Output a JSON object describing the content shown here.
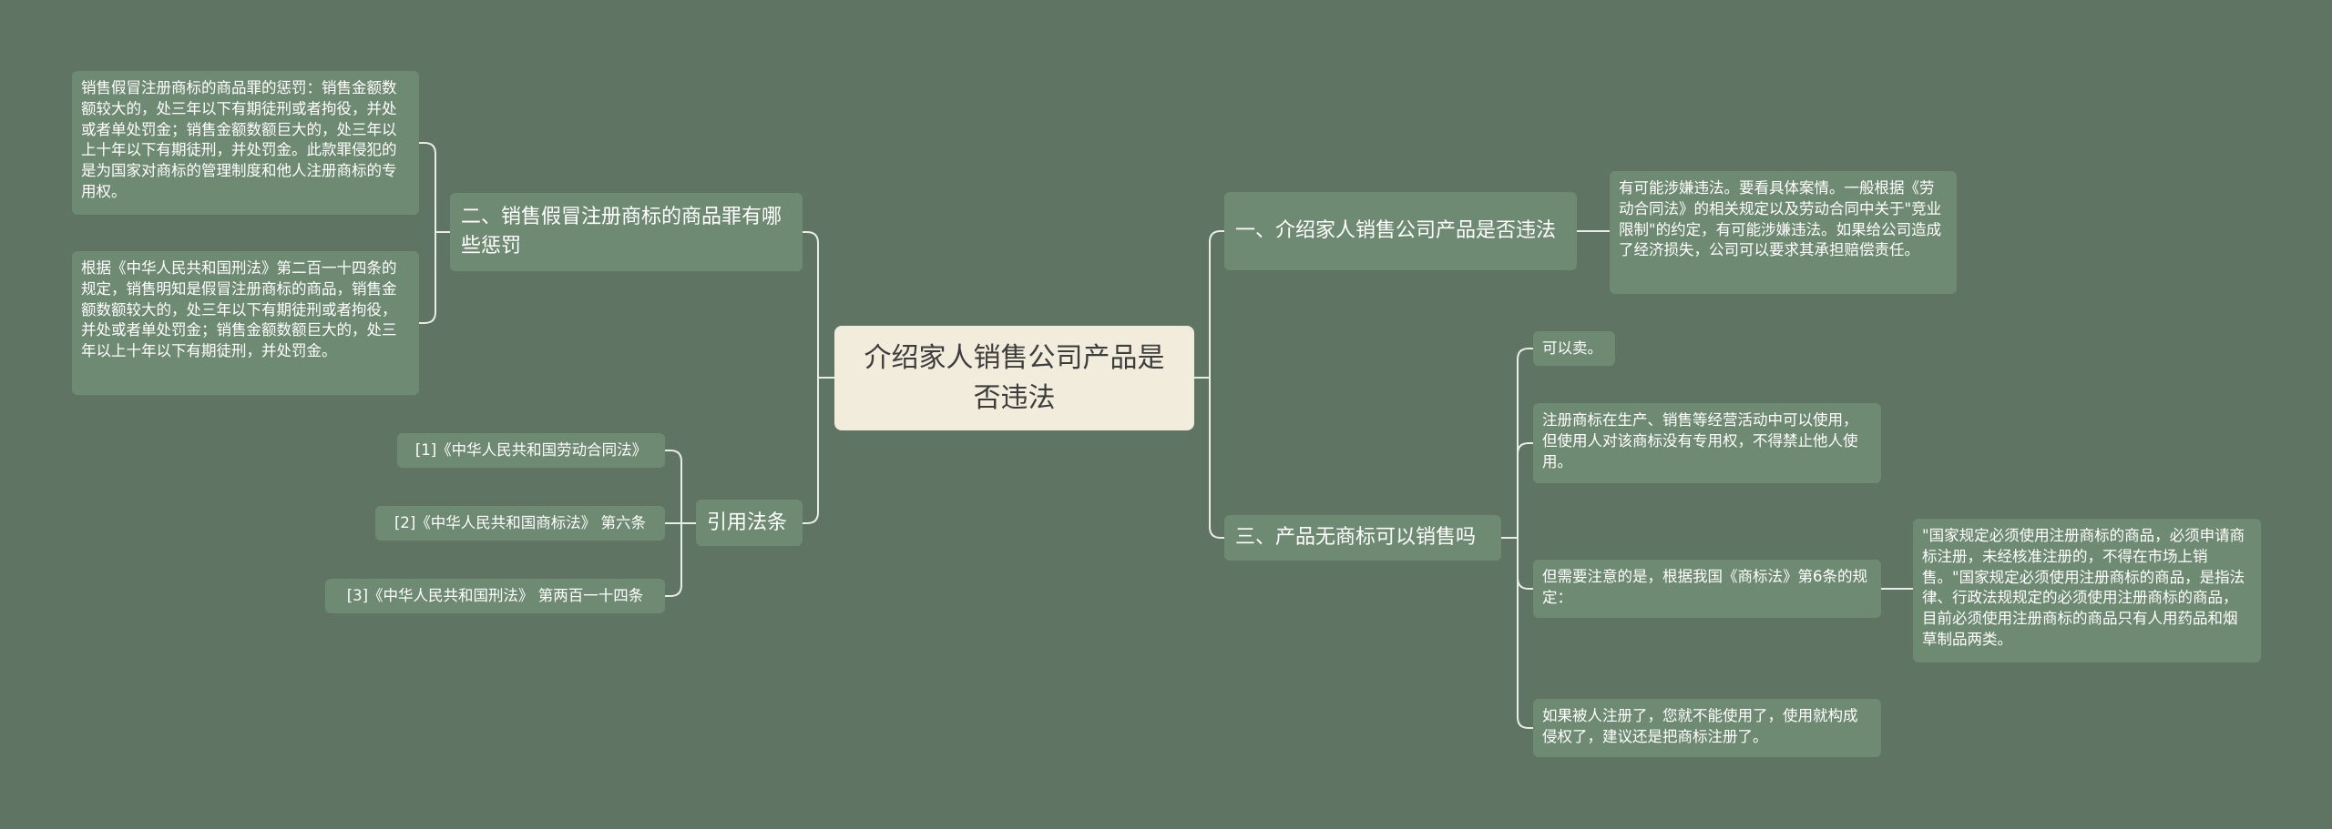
{
  "root": {
    "title": "介绍家人销售公司产品是否违法"
  },
  "branches": {
    "b1": "一、介绍家人销售公司产品是否违法",
    "b2": "二、销售假冒注册商标的商品罪有哪些惩罚",
    "b3": "三、产品无商标可以销售吗",
    "b4": "引用法条"
  },
  "leaves": {
    "b1_1": "有可能涉嫌违法。要看具体案情。一般根据《劳动合同法》的相关规定以及劳动合同中关于\"竞业限制\"的约定，有可能涉嫌违法。如果给公司造成了经济损失，公司可以要求其承担赔偿责任。",
    "b2_1": "销售假冒注册商标的商品罪的惩罚：销售金额数额较大的，处三年以下有期徒刑或者拘役，并处或者单处罚金；销售金额数额巨大的，处三年以上十年以下有期徒刑，并处罚金。此款罪侵犯的是为国家对商标的管理制度和他人注册商标的专用权。",
    "b2_2": "根据《中华人民共和国刑法》第二百一十四条的规定，销售明知是假冒注册商标的商品，销售金额数额较大的，处三年以下有期徒刑或者拘役，并处或者单处罚金；销售金额数额巨大的，处三年以上十年以下有期徒刑，并处罚金。",
    "b3_1": "可以卖。",
    "b3_2": "注册商标在生产、销售等经营活动中可以使用，但使用人对该商标没有专用权，不得禁止他人使用。",
    "b3_3": "但需要注意的是，根据我国《商标法》第6条的规定：",
    "b3_3_1": "\"国家规定必须使用注册商标的商品，必须申请商标注册，未经核准注册的，不得在市场上销售。\"国家规定必须使用注册商标的商品，是指法律、行政法规规定的必须使用注册商标的商品，目前必须使用注册商标的商品只有人用药品和烟草制品两类。",
    "b3_4": "如果被人注册了，您就不能使用了，使用就构成侵权了，建议还是把商标注册了。",
    "b4_1": "[1]《中华人民共和国劳动合同法》",
    "b4_2": "[2]《中华人民共和国商标法》 第六条",
    "b4_3": "[3]《中华人民共和国刑法》 第两百一十四条"
  },
  "colors": {
    "background": "#5f7463",
    "node": "#6f8a72",
    "root": "#f1ecdc",
    "link": "#e8ede6"
  }
}
